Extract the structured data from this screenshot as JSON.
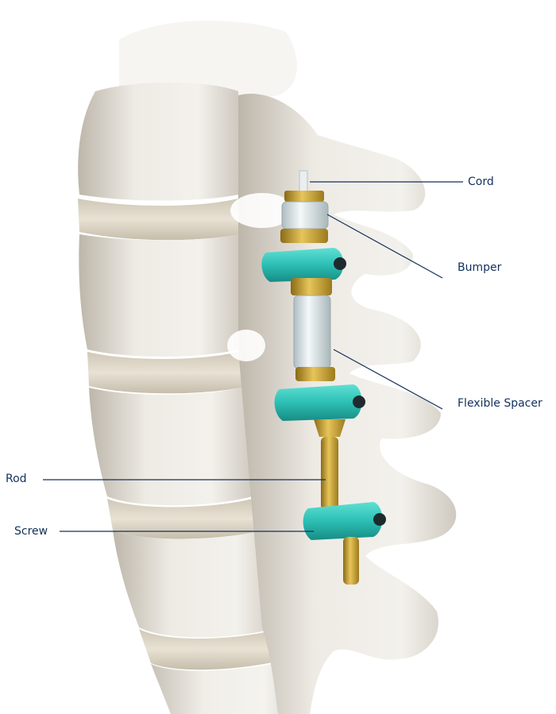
{
  "labels": {
    "cord": "Cord",
    "bumper": "Bumper",
    "flexible_spacer": "Flexible Spacer",
    "rod": "Rod",
    "screw": "Screw"
  },
  "colors": {
    "bone": "#ece9e3",
    "bone_shadow": "#c9c3b8",
    "disc": "#ddd6c6",
    "gold": "#c9a233",
    "teal": "#2cbfb4",
    "clear_spacer": "#dfe9ec",
    "leader_line": "#12305c"
  },
  "icons": {
    "illustration": "spine-with-dynamic-stabilization-implant"
  }
}
